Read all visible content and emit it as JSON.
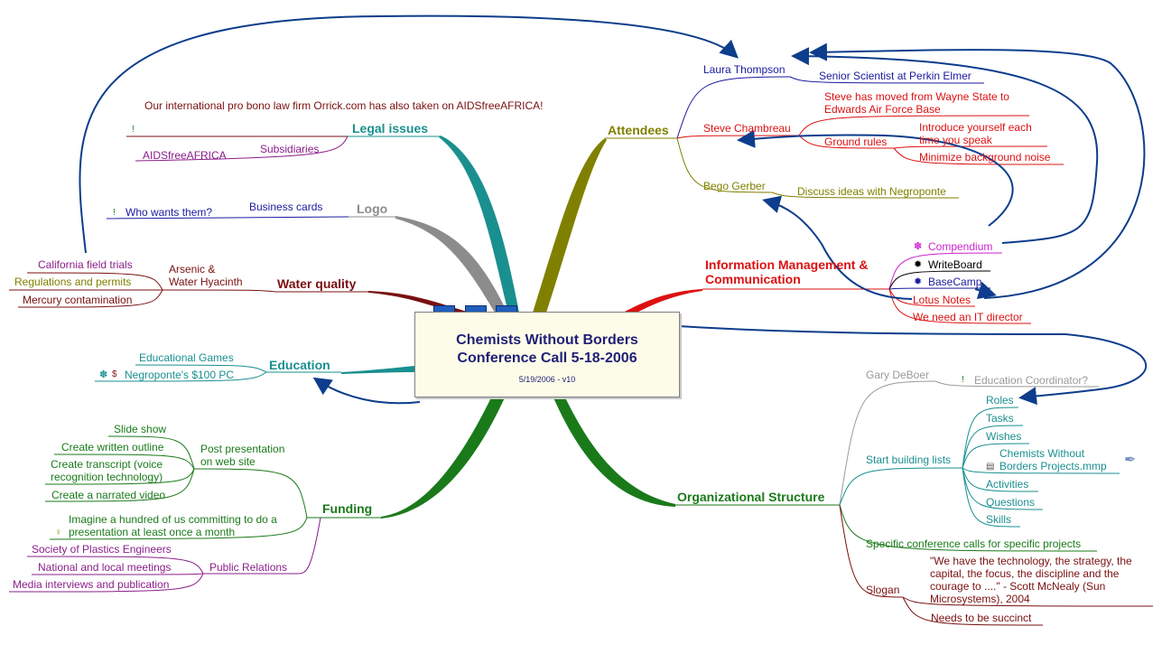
{
  "central": {
    "title_line1": "Chemists Without Borders",
    "title_line2": "Conference Call 5-18-2006",
    "date": "5/19/2006 - v10"
  },
  "colors": {
    "legal": "#1a8f8f",
    "logo": "#8c8c8c",
    "water": "#7a1010",
    "education": "#1a8f8f",
    "funding": "#1a7a1a",
    "attendees": "#808000",
    "info": "#dd1111",
    "org": "#1a7a1a",
    "arrow": "#0d3d8c"
  },
  "legal": {
    "title": "Legal issues",
    "note": "Our international pro bono law firm Orrick.com has also taken on AIDSfreeAFRICA!",
    "subsidiaries": "Subsidiaries",
    "aids": "AIDSfreeAFRICA"
  },
  "logo": {
    "title": "Logo",
    "business_cards": "Business cards",
    "who_wants": "Who wants them?"
  },
  "water": {
    "title": "Water quality",
    "arsenic_l1": "Arsenic &",
    "arsenic_l2": "Water Hyacinth",
    "california": "California field trials",
    "regulations": "Regulations and permits",
    "mercury": "Mercury contamination"
  },
  "education": {
    "title": "Education",
    "games": "Educational Games",
    "negroponte": "Negroponte's $100 PC"
  },
  "funding": {
    "title": "Funding",
    "post_l1": "Post presentation",
    "post_l2": "on web site",
    "slide_show": "Slide show",
    "written_outline": "Create written outline",
    "transcript_l1": "Create transcript (voice",
    "transcript_l2": "recognition technology)",
    "narrated": "Create a narrated video",
    "imagine_l1": "Imagine a hundred of us committing to do a",
    "imagine_l2": "presentation at least once a month",
    "pr": "Public Relations",
    "plastics": "Society of Plastics Engineers",
    "meetings": "National and local meetings",
    "media": "Media interviews and publication"
  },
  "attendees": {
    "title": "Attendees",
    "laura": "Laura Thompson",
    "laura_sub": "Senior Scientist at Perkin Elmer",
    "steve": "Steve Chambreau",
    "steve_move_l1": "Steve has moved from Wayne State to",
    "steve_move_l2": "Edwards Air Force Base",
    "ground_rules": "Ground rules",
    "introduce_l1": "Introduce yourself each",
    "introduce_l2": "time you speak",
    "minimize": "Minimize background noise",
    "bego": "Bego Gerber",
    "bego_sub": "Discuss ideas with Negroponte"
  },
  "info": {
    "title_l1": "Information Management &",
    "title_l2": "Communication",
    "compendium": "Compendium",
    "writeboard": "WriteBoard",
    "basecamp": "BaseCamp",
    "lotus": "Lotus Notes",
    "it_director": "We need an IT director"
  },
  "org": {
    "title": "Organizational Structure",
    "gary": "Gary DeBoer",
    "edu_coord": "Education Coordinator?",
    "start_lists": "Start building lists",
    "roles": "Roles",
    "tasks": "Tasks",
    "wishes": "Wishes",
    "projects_l1": "Chemists Without",
    "projects_l2": "Borders Projects.mmp",
    "activities": "Activities",
    "questions": "Questions",
    "skills": "Skills",
    "specific": "Specific conference calls for specific projects",
    "slogan": "Slogan",
    "quote_l1": "\"We have the technology, the strategy, the",
    "quote_l2": "capital, the focus, the discipline and the",
    "quote_l3": "courage to ....\" - Scott McNealy (Sun",
    "quote_l4": "Microsystems), 2004",
    "succinct": "Needs to be succinct"
  },
  "icons": {
    "priority": "exclamation-icon",
    "idea": "lightbulb-icon",
    "compendium": "flower-icon",
    "writeboard": "gear-icon",
    "basecamp": "gear-icon",
    "document": "document-icon",
    "quill": "quill-icon",
    "dollar": "dollar-icon"
  }
}
